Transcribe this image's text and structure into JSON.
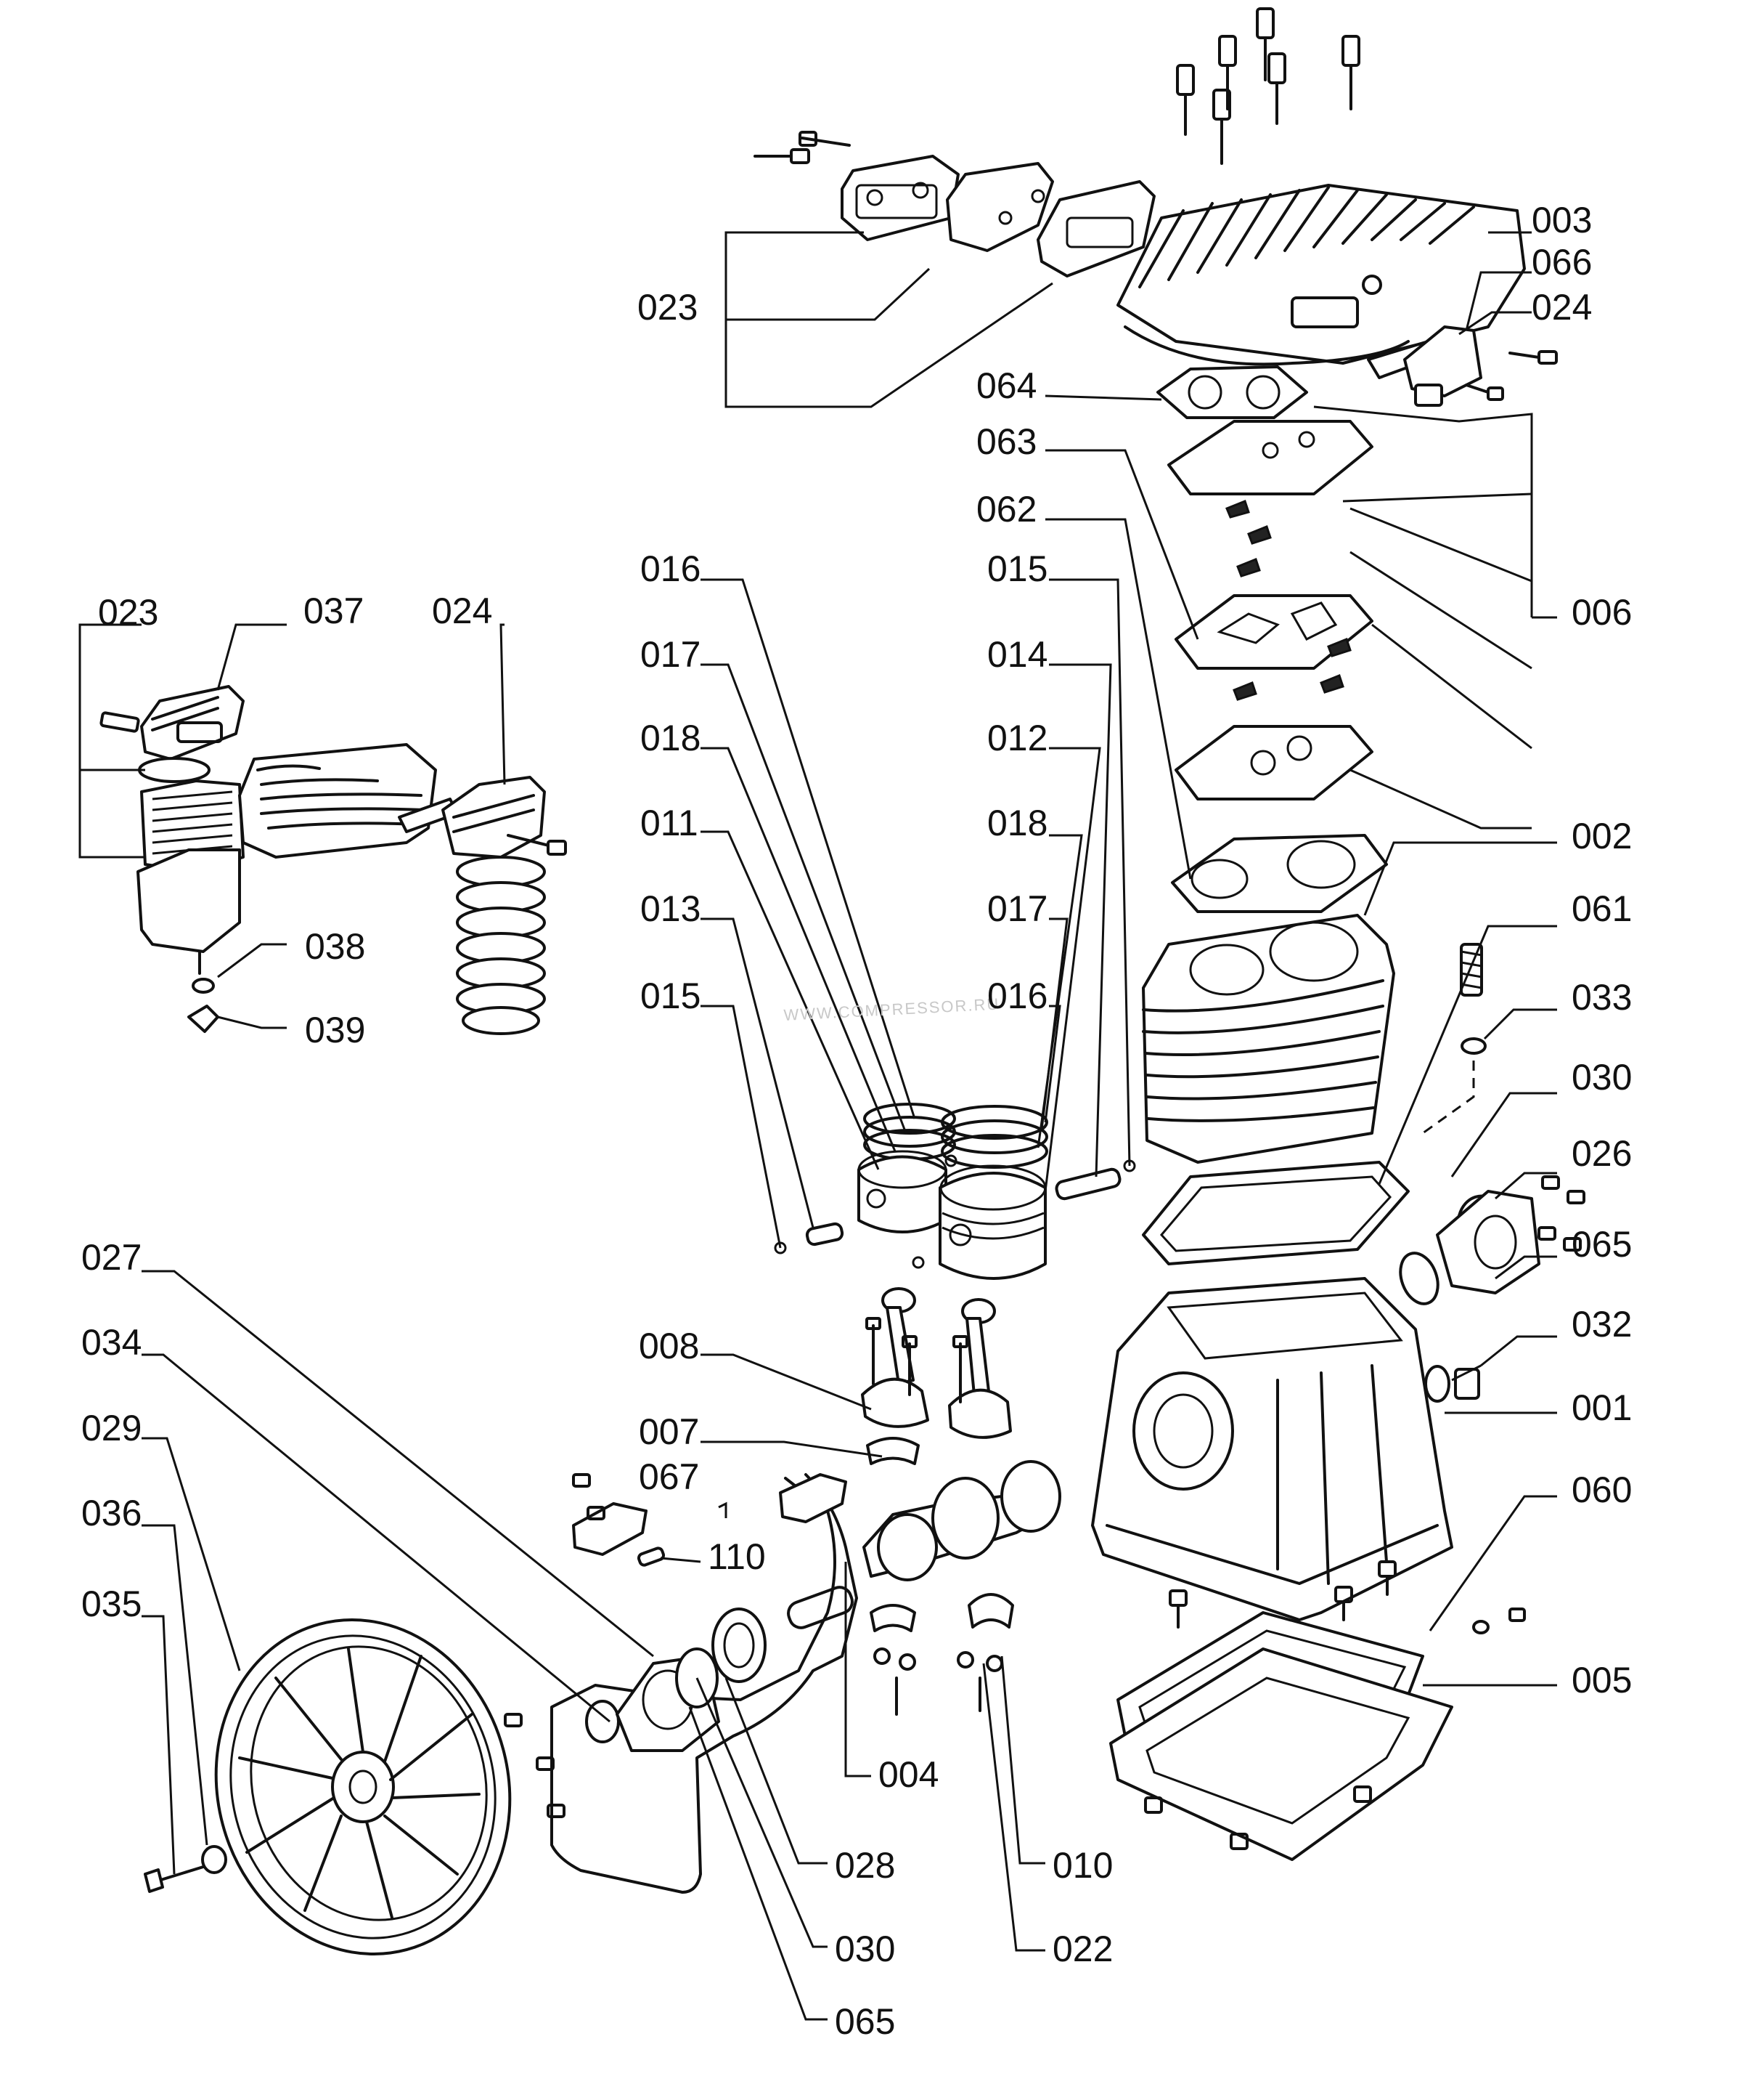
{
  "watermark": "WWW.COMPRESSOR.RU",
  "labels": {
    "l003": "003",
    "l066": "066",
    "l024a": "024",
    "l023a": "023",
    "l064": "064",
    "l063": "063",
    "l062": "062",
    "l006": "006",
    "l016a": "016",
    "l017a": "017",
    "l018a": "018",
    "l011": "011",
    "l013": "013",
    "l015a": "015",
    "l015b": "015",
    "l014": "014",
    "l012": "012",
    "l018b": "018",
    "l017b": "017",
    "l016b": "016",
    "l023b": "023",
    "l037": "037",
    "l024b": "024",
    "l038": "038",
    "l039": "039",
    "l002": "002",
    "l061": "061",
    "l033": "033",
    "l030a": "030",
    "l026": "026",
    "l065a": "065",
    "l032": "032",
    "l001": "001",
    "l060": "060",
    "l005": "005",
    "l027": "027",
    "l034": "034",
    "l029": "029",
    "l036": "036",
    "l035": "035",
    "l008": "008",
    "l007": "007",
    "l067": "067",
    "l110": "110",
    "l004": "004",
    "l028": "028",
    "l010": "010",
    "l030b": "030",
    "l022": "022",
    "l065b": "065"
  }
}
